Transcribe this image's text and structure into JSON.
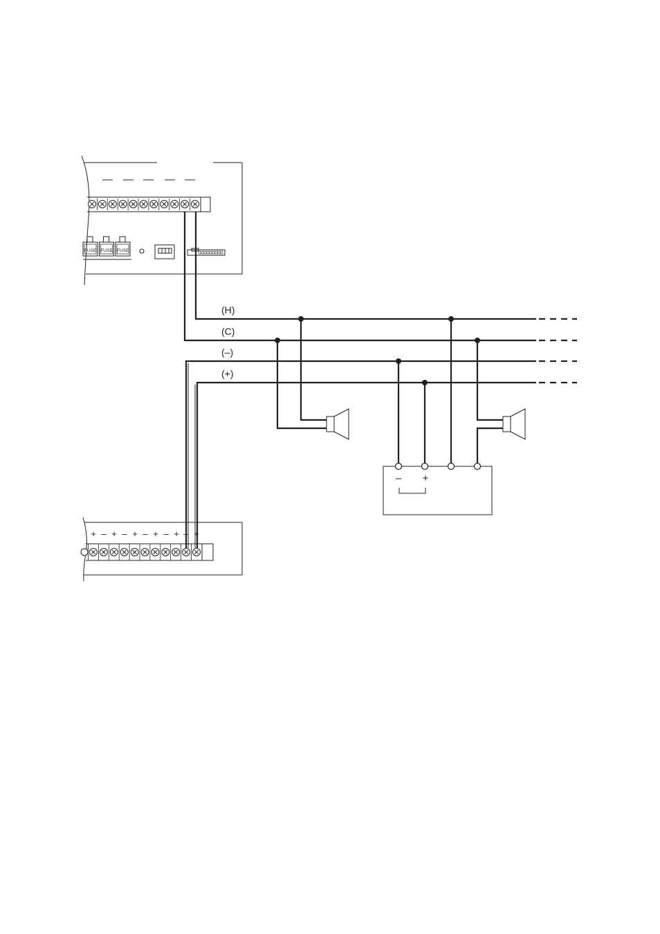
{
  "colors": {
    "line": "#231f20",
    "background": "#ffffff"
  },
  "bus": {
    "labels": [
      {
        "key": "H",
        "text": "(H)"
      },
      {
        "key": "C",
        "text": "(C)"
      },
      {
        "key": "minus",
        "text": "(–)"
      },
      {
        "key": "plus",
        "text": "(+)"
      }
    ]
  },
  "amplifier_unit": {
    "fuse_labels": [
      "FUSE",
      "FUSE",
      "FUSE"
    ]
  },
  "lower_unit": {
    "terminal_polarity": [
      "+",
      "–",
      "+",
      "–",
      "+",
      "–",
      "+",
      "–",
      "+",
      "–",
      "+"
    ]
  },
  "control_box": {
    "minus_label": "–",
    "plus_label": "+"
  }
}
